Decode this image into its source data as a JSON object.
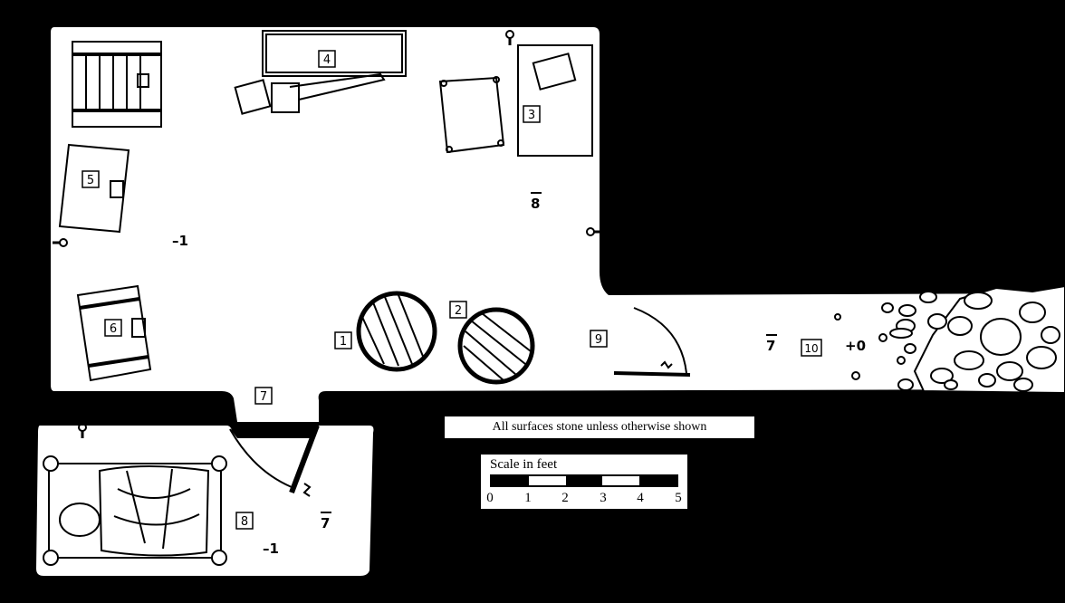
{
  "areas": [
    {
      "id": "1"
    },
    {
      "id": "2"
    },
    {
      "id": "3"
    },
    {
      "id": "4"
    },
    {
      "id": "5"
    },
    {
      "id": "6"
    },
    {
      "id": "7"
    },
    {
      "id": "8"
    },
    {
      "id": "9"
    },
    {
      "id": "10"
    }
  ],
  "elevations": {
    "main_room": "–1",
    "main_room_bar": "8",
    "corridor": "7",
    "corridor_end": "+0",
    "small_room_bar": "7",
    "small_room": "–1"
  },
  "note": "All surfaces stone unless otherwise shown",
  "scale": {
    "title": "Scale in feet",
    "ticks": [
      "0",
      "1",
      "2",
      "3",
      "4",
      "5"
    ],
    "segments": [
      "black",
      "white",
      "black",
      "white",
      "black"
    ]
  },
  "colors": {
    "rock": "#000000",
    "floor": "#ffffff"
  },
  "icons": [
    "torch-sconce-icon",
    "barrel-icon",
    "crate-icon",
    "bed-icon",
    "door-icon",
    "rubble-icon"
  ]
}
